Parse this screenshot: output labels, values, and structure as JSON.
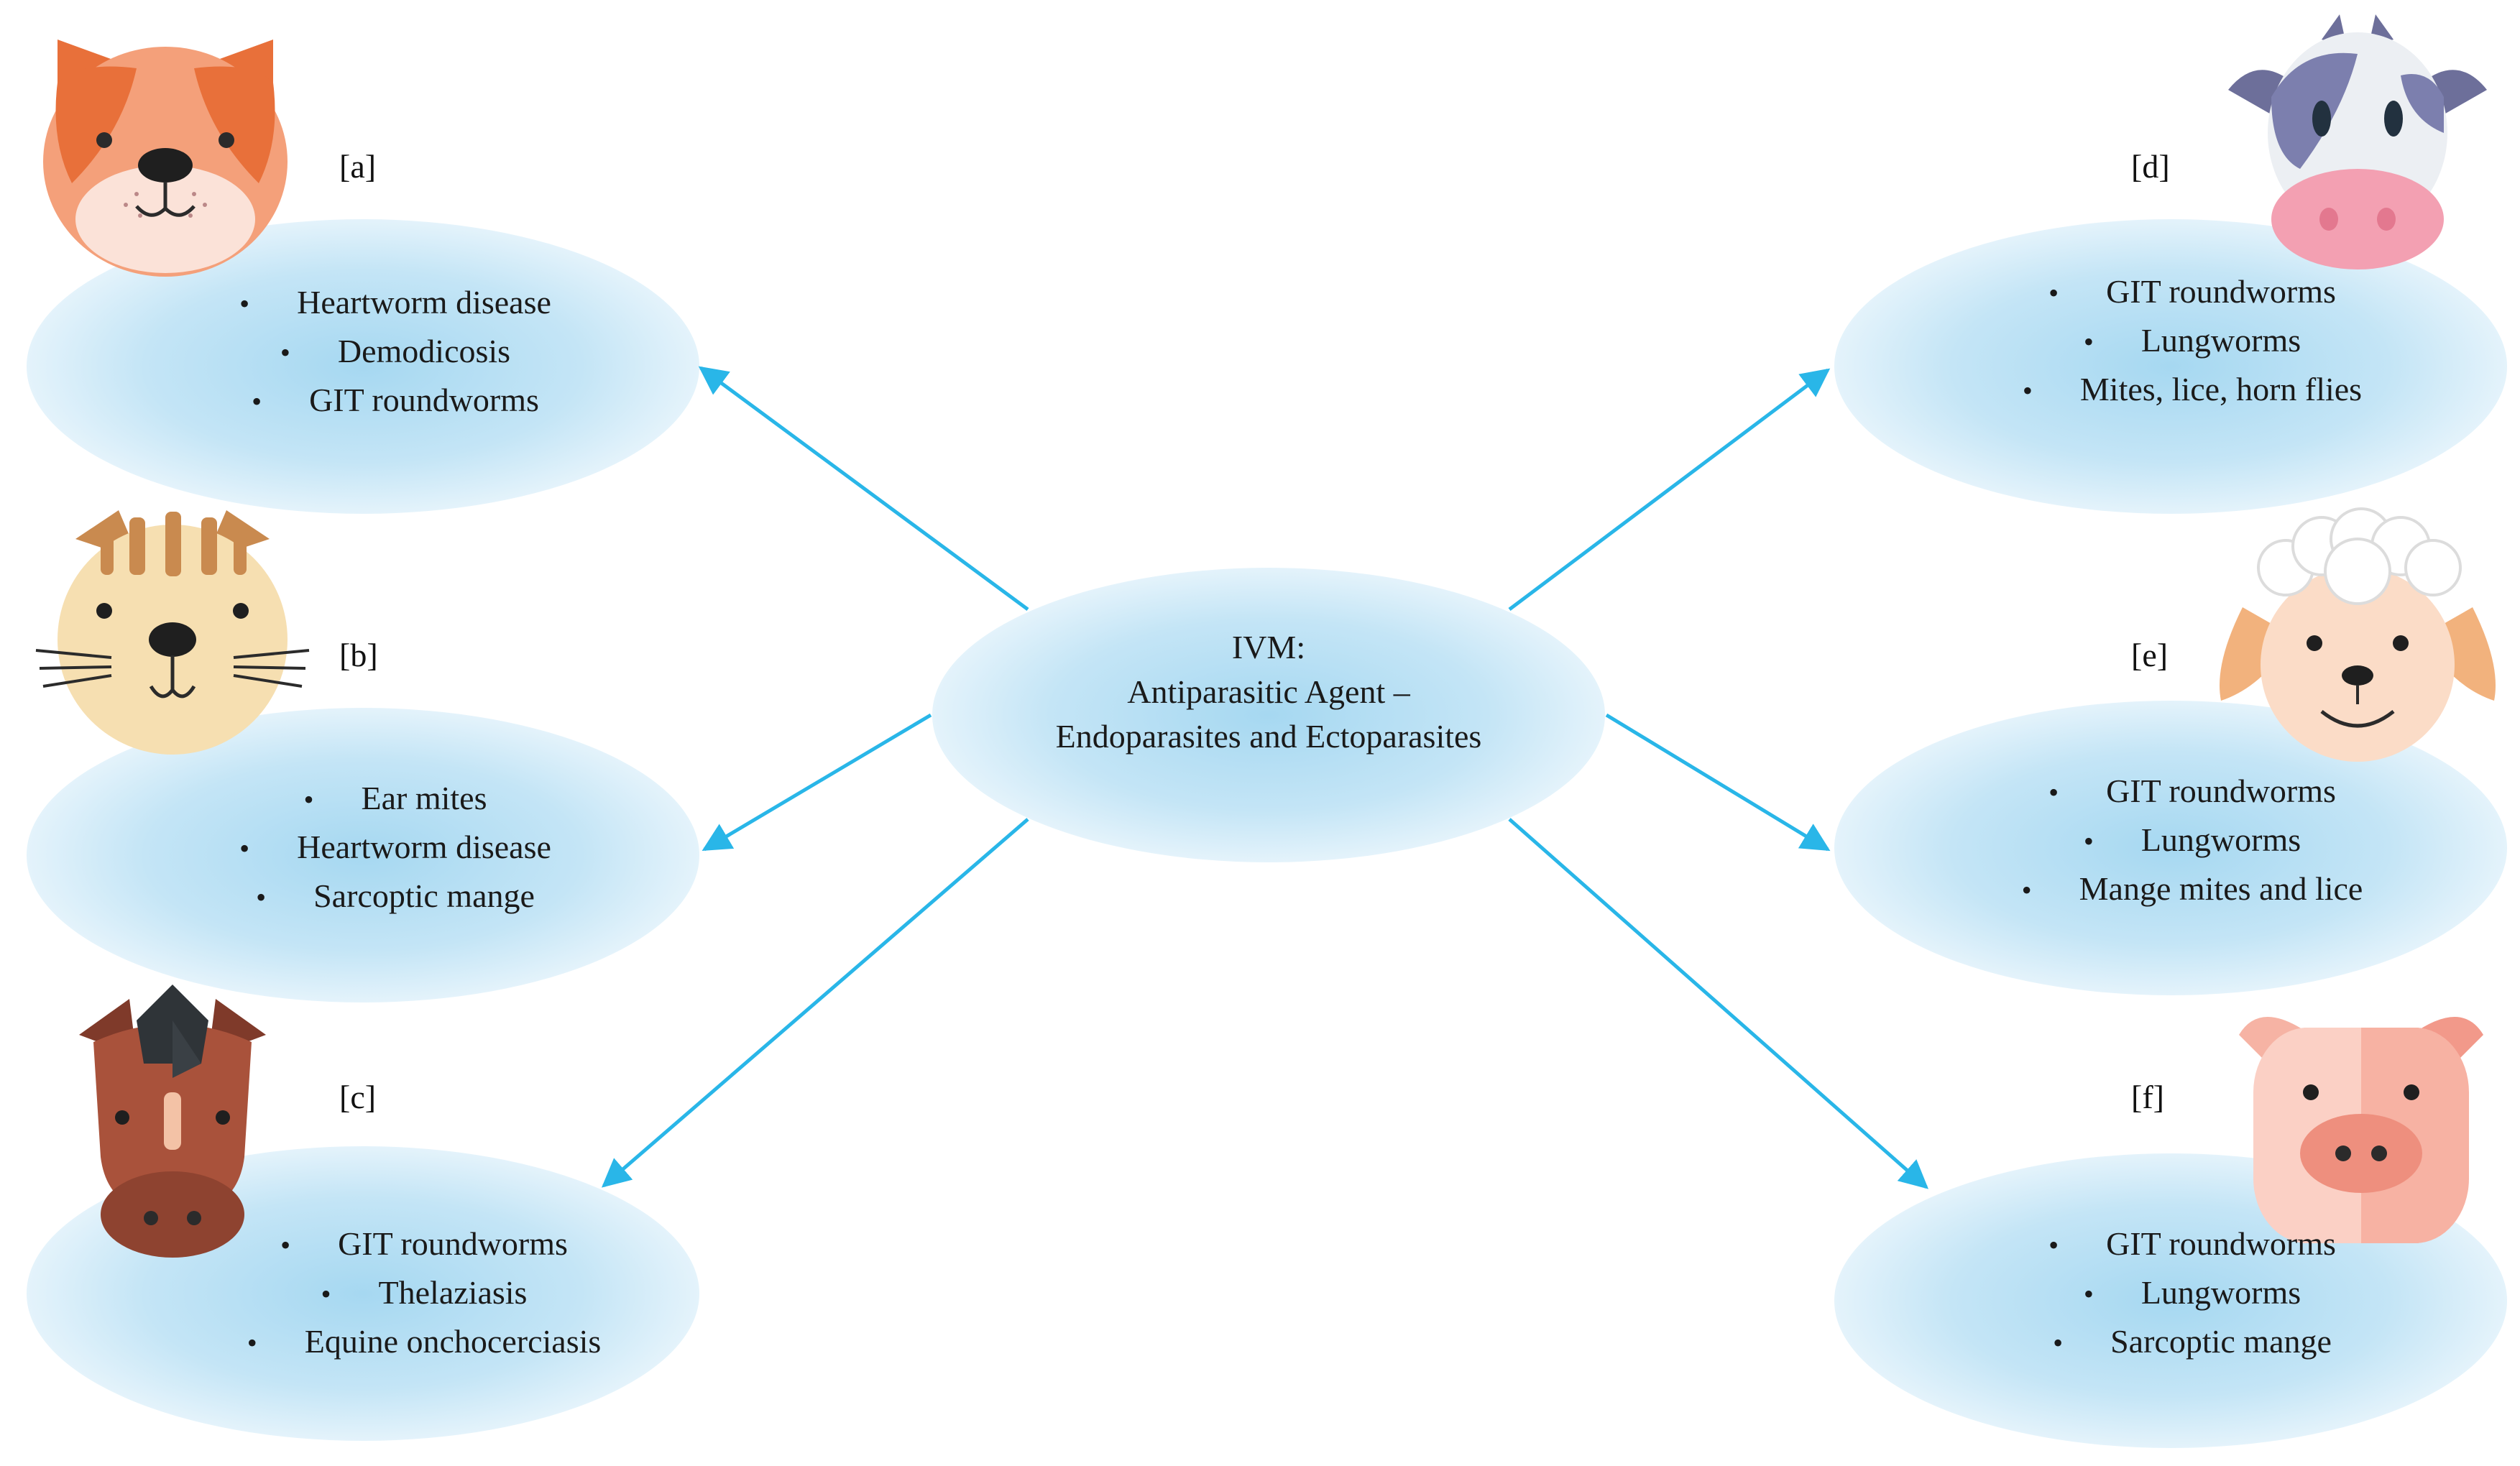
{
  "center": {
    "line1": "IVM:",
    "line2": "Antiparasitic Agent –",
    "line3": "Endoparasites and Ectoparasites"
  },
  "groups": [
    {
      "tag": "[a]",
      "animal_icon": "dog-face-icon",
      "items": [
        "Heartworm disease",
        "Demodicosis",
        "GIT roundworms"
      ]
    },
    {
      "tag": "[b]",
      "animal_icon": "cat-face-icon",
      "items": [
        "Ear mites",
        "Heartworm disease",
        "Sarcoptic mange"
      ]
    },
    {
      "tag": "[c]",
      "animal_icon": "horse-face-icon",
      "items": [
        "GIT roundworms",
        "Thelaziasis",
        "Equine onchocerciasis"
      ]
    },
    {
      "tag": "[d]",
      "animal_icon": "cow-face-icon",
      "items": [
        "GIT roundworms",
        "Lungworms",
        "Mites, lice, horn flies"
      ]
    },
    {
      "tag": "[e]",
      "animal_icon": "sheep-face-icon",
      "items": [
        "GIT roundworms",
        "Lungworms",
        "Mange mites and lice"
      ]
    },
    {
      "tag": "[f]",
      "animal_icon": "pig-face-icon",
      "items": [
        "GIT roundworms",
        "Lungworms",
        "Sarcoptic mange"
      ]
    }
  ],
  "colors": {
    "ellipse_edge": "#e6f4fc",
    "ellipse_mid": "#c9e7f7",
    "ellipse_core": "#a9d9f2",
    "arrow": "#29b6e8"
  }
}
